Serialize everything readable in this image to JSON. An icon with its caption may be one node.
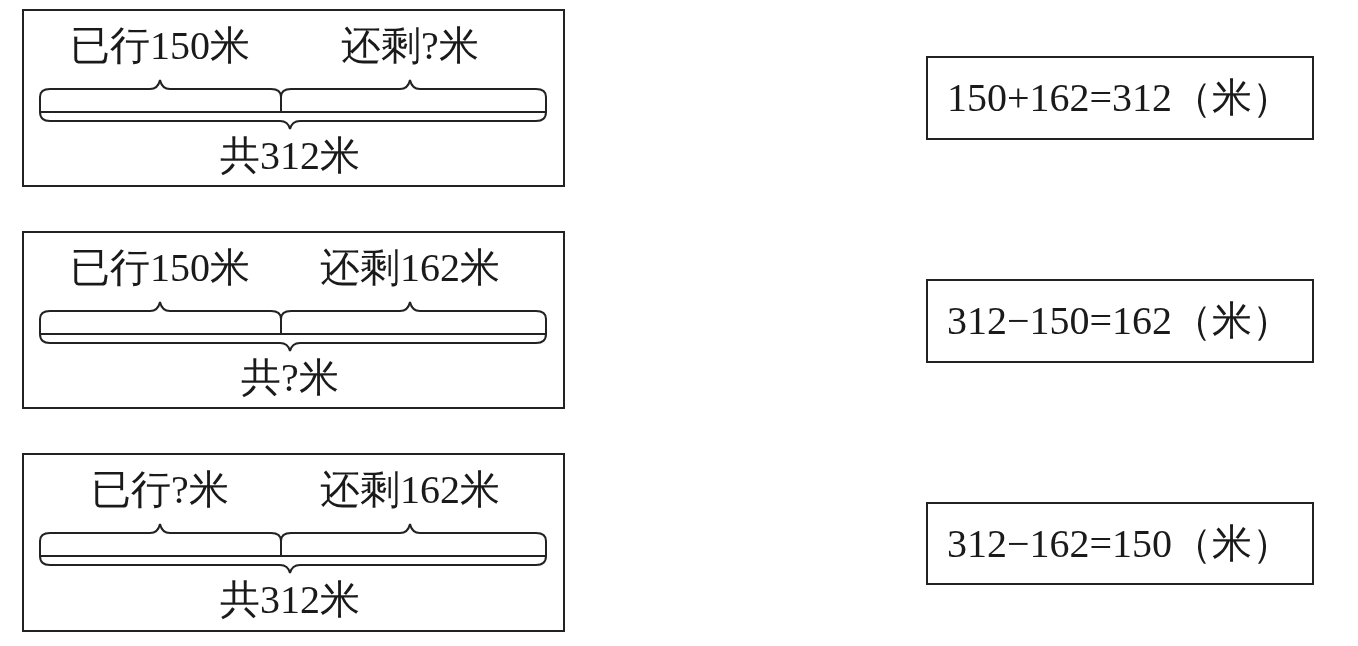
{
  "diagram": {
    "nodes": [
      {
        "text": [
          "已行150米",
          "还剩?米",
          "共312米"
        ]
      },
      {
        "text": [
          "150+162=312（米）"
        ]
      },
      {
        "text": [
          "已行150米",
          "还剩162米",
          "共?米"
        ]
      },
      {
        "text": [
          "312−150=162（米）"
        ]
      },
      {
        "text": [
          "已行?米",
          "还剩162米",
          "共312米"
        ]
      },
      {
        "text": [
          "312−162=150（米）"
        ]
      }
    ]
  }
}
